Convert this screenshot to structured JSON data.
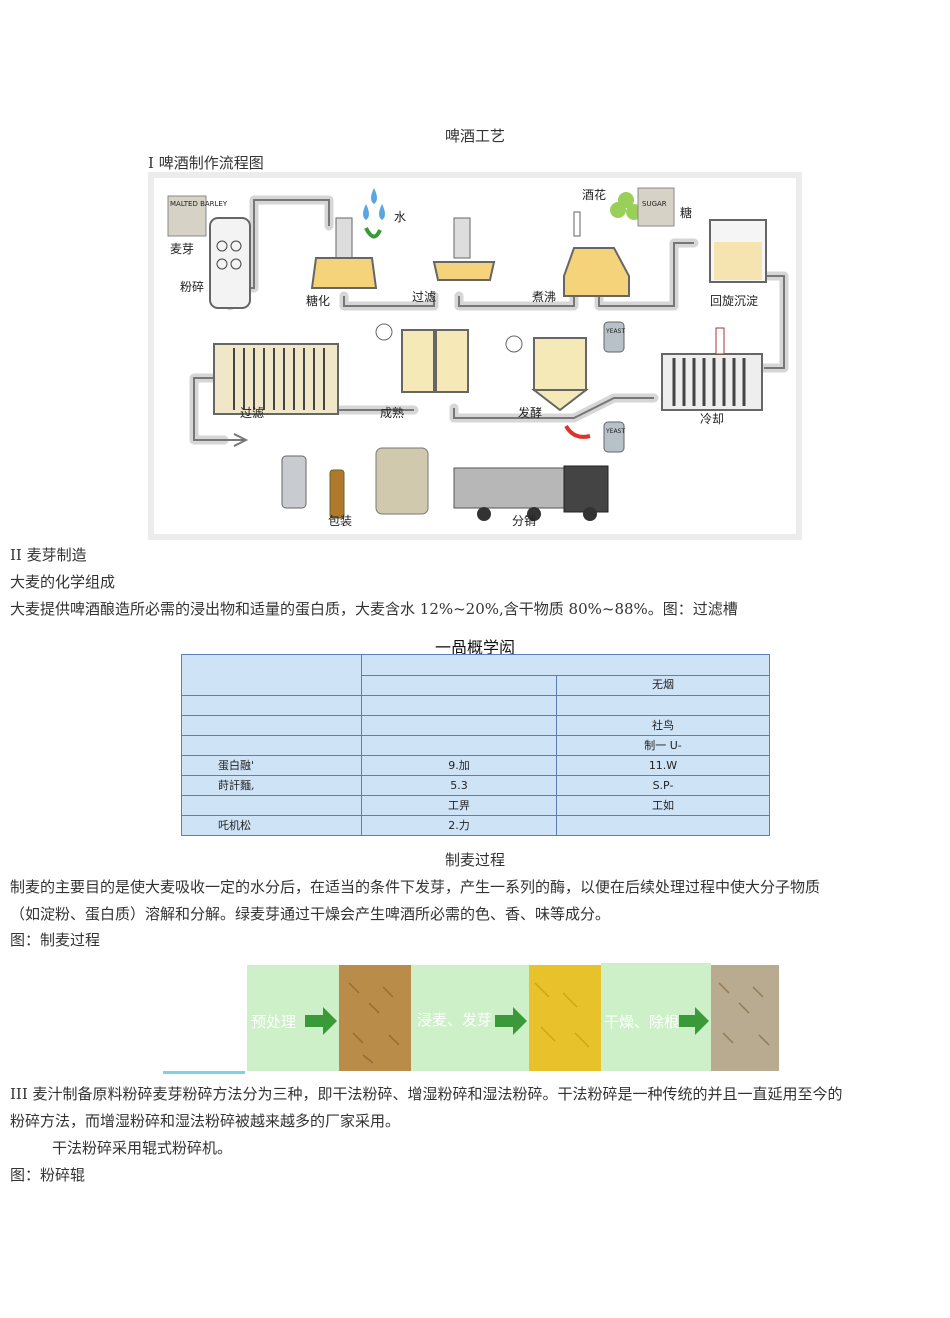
{
  "title": "啤酒工艺",
  "section1": "I 啤酒制作流程图",
  "flow": {
    "labels": {
      "malt_bag": "MALTED BARLEY",
      "malt": "麦芽",
      "crush": "粉碎",
      "water": "水",
      "mash": "糖化",
      "filter1": "过滤",
      "boil": "煮沸",
      "hops": "酒花",
      "sugar_bag": "SUGAR",
      "sugar": "糖",
      "whirlpool": "回旋沉淀",
      "filter2": "过滤",
      "mature": "成熟",
      "ferment": "发酵",
      "cool": "冷却",
      "yeast1": "YEAST",
      "yeast2": "YEAST",
      "package": "包装",
      "distribute": "分销"
    }
  },
  "section2": "II 麦芽制造",
  "sub2": "大麦的化学组成",
  "para2": "大麦提供啤酒酿造所必需的浸出物和适量的蛋白质，大麦含水 12%~20%,含干物质 80%~88%。图：过滤槽",
  "table": {
    "title": "一咼概学闳",
    "rows": [
      [
        "",
        "",
        ""
      ],
      [
        "",
        "",
        "无烟"
      ],
      [
        "",
        "",
        ""
      ],
      [
        "",
        "",
        "社鸟"
      ],
      [
        "",
        "",
        "制一 U-"
      ],
      [
        "蛋白融'",
        "9.加",
        "11.W"
      ],
      [
        "莳訐麵,",
        "5.3",
        "S.P-"
      ],
      [
        "",
        "工畀",
        "工如"
      ],
      [
        "吒机松",
        "2.力",
        ""
      ]
    ]
  },
  "caption_malting": "制麦过程",
  "para3_line1": "制麦的主要目的是使大麦吸收一定的水分后，在适当的条件下发芽，产生一系列的酶，以便在后续处理过程中使大分子物质",
  "para3_line2": "（如淀粉、蛋白质）溶解和分解。绿麦芽通过干燥会产生啤酒所必需的色、香、味等成分。",
  "fig_malting": "图：制麦过程",
  "malt_steps": [
    "预处理",
    "浸麦、发芽",
    "干燥、除根"
  ],
  "para4_line1": "III 麦汁制备原料粉碎麦芽粉碎方法分为三种，即干法粉碎、增湿粉碎和湿法粉碎。干法粉碎是一种传统的并且一直延用至今的",
  "para4_line2": "粉碎方法，而增湿粉碎和湿法粉碎被越来越多的厂家采用。",
  "para5": "干法粉碎采用辊式粉碎机。",
  "fig_crush": "图：粉碎辊",
  "colors": {
    "pipe": "#d9d9d9",
    "liquid": "#f5d37a",
    "table_fill": "#cfe3f7",
    "table_border": "#5b7fb6",
    "green": "#cdf0c8",
    "arrow": "#3a9a3a"
  }
}
